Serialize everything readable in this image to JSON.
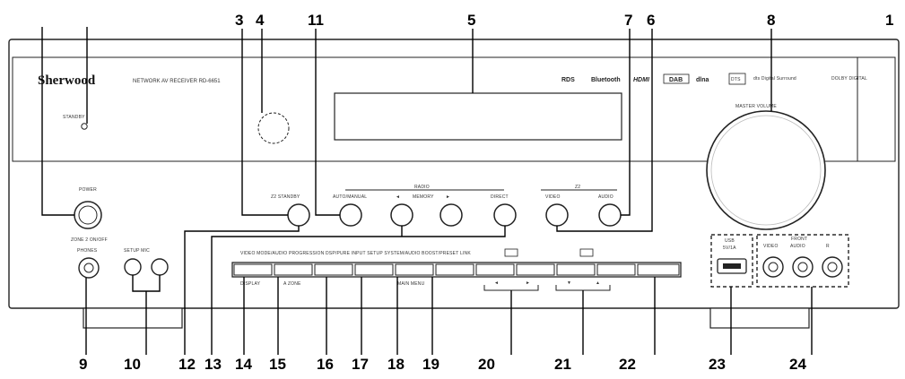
{
  "callouts": {
    "top": [
      "3",
      "4",
      "11",
      "5",
      "7",
      "6",
      "8",
      "1"
    ],
    "bottom": [
      "9",
      "10",
      "12",
      "13",
      "14",
      "15",
      "16",
      "17",
      "18",
      "19",
      "20",
      "21",
      "22",
      "23",
      "24"
    ]
  },
  "panel": {
    "brand": "Sherwood",
    "model": "NETWORK AV RECEIVER  RD-6651",
    "standby": "STANDBY",
    "master_volume": "MASTER VOLUME",
    "power": "POWER",
    "power_sub": "ZONE 2 ON/OFF",
    "phones": "PHONES",
    "setup_mic": "SETUP MIC",
    "z2_standby": "Z2 STANDBY",
    "radio_group": "RADIO",
    "auto_manual": "AUTO/MANUAL",
    "memory": "MEMORY",
    "preset_down": "◄",
    "preset_up": "►",
    "direct": "DIRECT",
    "zone2_group": "Z2",
    "video": "VIDEO",
    "audio": "AUDIO",
    "mode_strip": "VIDEO MODE/AUDIO PROGRESSION DSP/PURE INPUT SETUP SYSTEM/AUDIO BOOST/PRESET LINK",
    "display": "DISPLAY",
    "a_zone": "A ZONE",
    "main_menu": "MAIN MENU",
    "left_arrow": "◄",
    "right_arrow": "►",
    "down_arrow": "▼",
    "up_arrow": "▲",
    "usb_title": "USB",
    "usb_sub": "5V/1A",
    "front_group": "FRONT",
    "av_video": "VIDEO",
    "av_audio_l": "AUDIO",
    "av_r": "R",
    "logos": [
      "RDS",
      "Bluetooth",
      "HDMI",
      "DAB",
      "dlna",
      "DTS",
      "dts Digital Surround",
      "DOLBY DIGITAL"
    ]
  }
}
